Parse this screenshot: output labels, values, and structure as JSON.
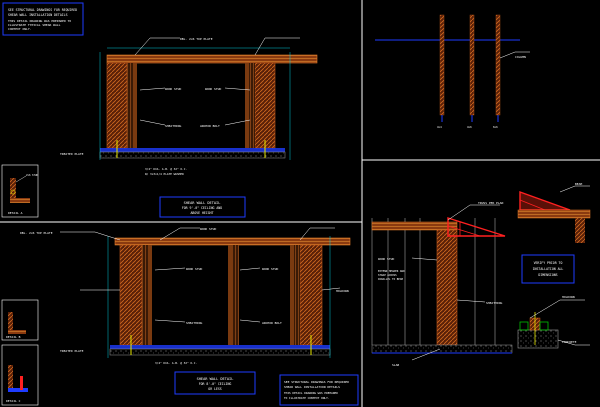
{
  "colors": {
    "background": "#000000",
    "frame": "#ffffff",
    "blue": "#1e3cff",
    "wood": "#c0581a",
    "wood_light": "#e07a2a",
    "hatch": "#b04a10",
    "red": "#ff2020",
    "cyan": "#00c8d8",
    "yellow": "#e8e800",
    "green": "#00c000",
    "gray": "#9a9a9a",
    "white": "#ffffff"
  },
  "notes": {
    "top_left": [
      "SEE STRUCTURAL DRAWINGS FOR REQUIRED",
      "SHEAR WALL INSTALLATION DETAILS"
    ],
    "bottom_right": [
      "SEE STRUCTURAL DRAWINGS FOR REQUIRED",
      "SHEAR WALL INSTALLATION DETAILS"
    ]
  },
  "titles": {
    "detail_top": [
      "SHEAR WALL DETAIL",
      "FOR 9'-0\" CEILING AND",
      "ABOVE HEIGHT"
    ],
    "detail_bottom": [
      "SHEAR WALL DETAIL",
      "FOR 8'-0\" CEILING",
      "OR LESS"
    ],
    "detail_a": "DETAIL A",
    "detail_b": "DETAIL B",
    "detail_c": "DETAIL C",
    "verify": [
      "VERIFY PRIOR TO",
      "INSTALLATION ALL",
      "DIMENSIONS"
    ]
  },
  "labels": {
    "double_top_plate": "DBL. 2x6 TOP PLATE",
    "wood_stud": "WOOD STUD",
    "treated_plate": "TREATED PLATE",
    "sheathing": "SHEATHING",
    "anchor_bolt": "ANCHOR BOLT",
    "holdown": "HOLDOWN",
    "column": "COLUMN",
    "truss": "TRUSS PER PLAN",
    "beam": "BEAM",
    "slab": "SLAB",
    "concrete": "CONCRETE"
  }
}
